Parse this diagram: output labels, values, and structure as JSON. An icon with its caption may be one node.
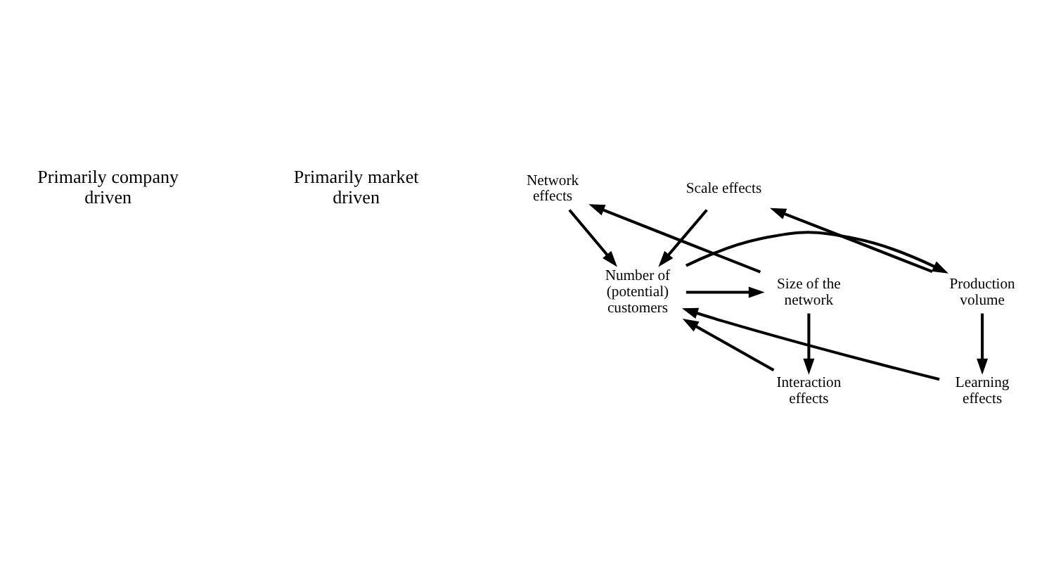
{
  "diagram": {
    "nodes": [
      {
        "text": [
          "Scale effects"
        ]
      },
      {
        "text": [
          "Network effects"
        ]
      },
      {
        "text": [
          "Production volume"
        ]
      },
      {
        "text": [
          "Number of (potential) customers"
        ]
      },
      {
        "text": [
          "Size of the network"
        ]
      },
      {
        "text": [
          "Learning effects"
        ]
      },
      {
        "text": [
          "Interaction effects"
        ]
      }
    ],
    "edges": [
      {
        "from": 2,
        "to": 0,
        "arrow": "to"
      },
      {
        "from": 0,
        "to": 3,
        "arrow": "to"
      },
      {
        "from": 1,
        "to": 3,
        "arrow": "to"
      },
      {
        "from": 4,
        "to": 1,
        "arrow": "to"
      },
      {
        "from": 3,
        "to": 2,
        "arrow": "to"
      },
      {
        "from": 3,
        "to": 4,
        "arrow": "to"
      },
      {
        "from": 2,
        "to": 5,
        "arrow": "to"
      },
      {
        "from": 5,
        "to": 3,
        "arrow": "to"
      },
      {
        "from": 6,
        "to": 3,
        "arrow": "to"
      },
      {
        "from": 4,
        "to": 6,
        "arrow": "to"
      }
    ],
    "labels": [
      "Primarily company driven",
      "Primarily market driven"
    ]
  }
}
